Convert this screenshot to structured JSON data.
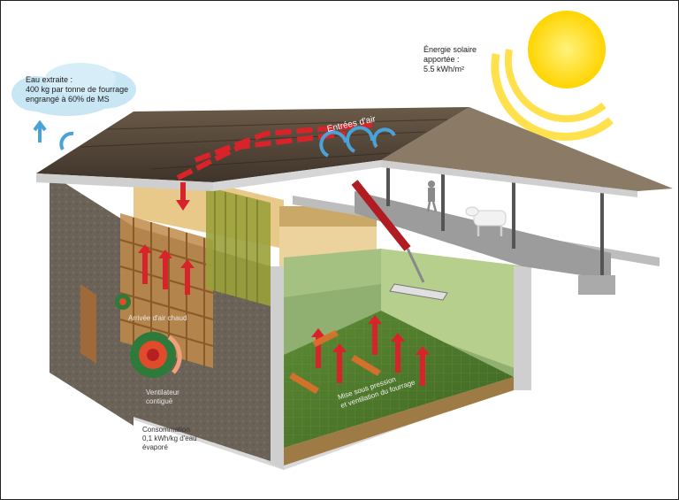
{
  "labels": {
    "water_extracted": [
      "Eau extraite :",
      "400 kg par tonne de fourrage",
      "engrangé à 60% de MS"
    ],
    "solar_energy": [
      "Énergie solaire",
      "apportée :",
      "5.5 kWh/m²"
    ],
    "air_inlets": "Entrées d'air",
    "hot_air_inlet": "Arrivée d'air chaud",
    "fan": [
      "Ventilateur",
      "contiguë"
    ],
    "consumption": [
      "Consommation",
      "0,1 kWh/kg d'eau",
      "évaporé"
    ],
    "floor_ventilation": [
      "Mise sous pression",
      "et ventilation du fourrage"
    ]
  },
  "colors": {
    "sun": "#ffd400",
    "roof": "#5a4a3a",
    "wall": "#6b6258",
    "floor_green": "#4f7a2e",
    "red_arrow": "#d8232a",
    "blue_arrow": "#4aa3d8",
    "hay": "#e9c98a"
  }
}
